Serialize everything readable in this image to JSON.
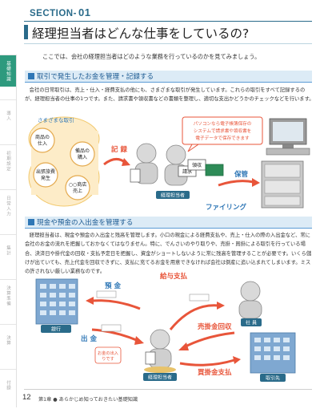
{
  "side_tabs": [
    "基礎知識",
    "導入",
    "初期設定",
    "日常入力",
    "集計",
    "決算準備",
    "決算",
    "付録"
  ],
  "section": {
    "label": "SECTION",
    "num": "01"
  },
  "title": "経理担当者はどんな仕事をしているの?",
  "intro": "ここでは、会社の経理担当者はどのような業務を行っているのかを見てみましょう。",
  "heading1": "取引で発生したお金を管理・記録する",
  "para1": "会社の日常取引は、売上・仕入・経費支払の他にも、さまざまな取引が発生しています。これらの取引をすべて記録するのが、経理担当者の仕事の1つです。また、請求書や領収書などの書類を整理し、適切な支出かどうかのチェックなどを行います。",
  "illustration1": {
    "torihiki_title": "さまざまな取引",
    "items": [
      "商品の仕入",
      "備品の購入",
      "出張旅費発生",
      "○○商店売上"
    ],
    "kiroku": "記 録",
    "bubble": [
      "パソコンなら電子帳簿保存の",
      "システムで請求書や領収書を",
      "電子データで保存できます"
    ],
    "seikyu": "請求",
    "ryoshu": "領収",
    "hokan": "保管",
    "filing": "ファイリング",
    "person_label": "経理担当者"
  },
  "heading2": "現金や預金の入出金を管理する",
  "para2": "経理担当者は、現金や預金の入出金と残高を管理します。小口の現金による経費支払や、売上・仕入の際の入出金など、常に会社のお金の流れを把握しておかなくてはなりません。特に、でんさいのやり取りや、売掛・買掛による取引を行っている場合、決済日や掛代金の回収・支払予定日を把握し、資金がショートしないように常に残高を管理することが必要です。いくら儲けが出ていても、売上代金を回収できずに、支払に充てるお金を用意できなければ会社は倒産に追い込まれてしまいます。ミスの許されない厳しい業務なのです。",
  "illustration2": {
    "yokin": "預 金",
    "shukkin": "出 金",
    "kyuyo": "給与支払",
    "urikake": "売掛金回収",
    "kaikake": "買掛金支払",
    "bank": "銀行",
    "employee": "社 員",
    "client": "取引先",
    "bubble": [
      "お金の出入",
      "りです"
    ],
    "person_label": "経理担当者"
  },
  "footer": {
    "page": "12",
    "chapter": "第1章 ● あらかじめ知っておきたい基礎知識"
  }
}
